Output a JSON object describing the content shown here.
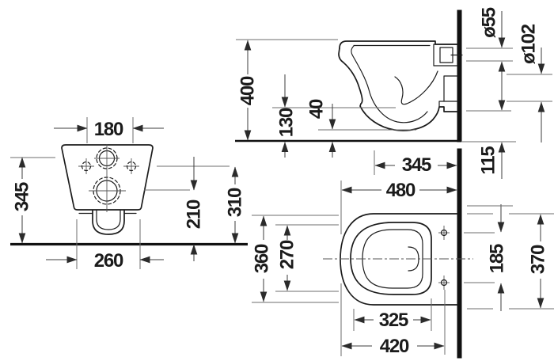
{
  "drawing": {
    "title": "wall-hung toilet technical dimension drawing",
    "unit": "mm",
    "views": {
      "front": {
        "name": "front view",
        "dims": {
          "d180": "180",
          "d345": "345",
          "d260": "260",
          "d210": "210",
          "d310": "310"
        }
      },
      "side": {
        "name": "side section view",
        "dims": {
          "d400": "400",
          "d130": "130",
          "d40": "40",
          "d345": "345",
          "d55": "ø55",
          "d102": "ø102",
          "d115": "115"
        }
      },
      "plan": {
        "name": "top (plan) view",
        "dims": {
          "d480": "480",
          "d360": "360",
          "d270": "270",
          "d325": "325",
          "d420": "420",
          "d185": "185",
          "d370": "370"
        }
      }
    }
  }
}
